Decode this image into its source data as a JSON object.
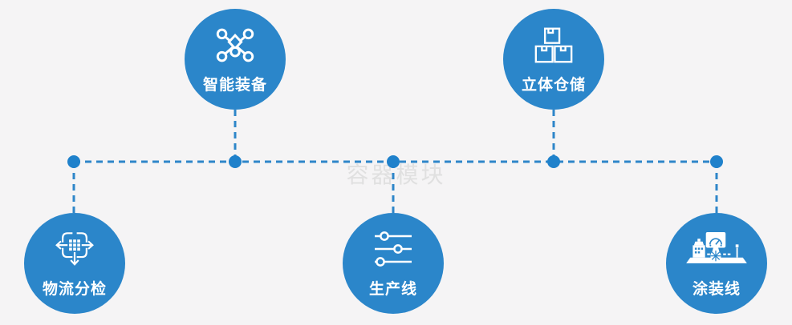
{
  "diagram": {
    "watermark": "容器模块",
    "colors": {
      "background": "#f5f4f5",
      "node_blue": "#2b86ca",
      "connector_blue": "#2e86c9",
      "dot_blue": "#1f81cb",
      "label_white": "#ffffff",
      "watermark_gray": "#e0e0e0"
    },
    "nodes": [
      {
        "id": "smart-equipment",
        "label": "智能装备",
        "icon": "network-nodes-icon",
        "row": "top"
      },
      {
        "id": "warehouse",
        "label": "立体仓储",
        "icon": "stacked-boxes-icon",
        "row": "top"
      },
      {
        "id": "logistics",
        "label": "物流分检",
        "icon": "sorting-arrows-icon",
        "row": "bottom"
      },
      {
        "id": "production",
        "label": "生产线",
        "icon": "sliders-icon",
        "row": "bottom"
      },
      {
        "id": "coating",
        "label": "涂装线",
        "icon": "machine-console-icon",
        "row": "bottom"
      }
    ]
  }
}
